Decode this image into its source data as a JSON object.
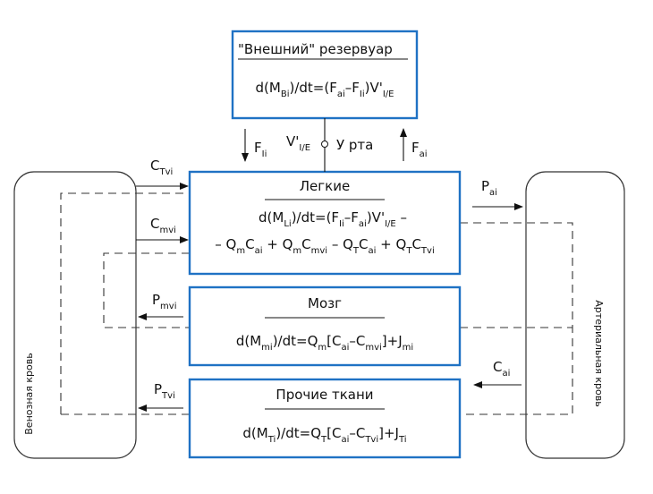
{
  "boxes": {
    "reservoir": {
      "title": "\"Внешний\" резервуар",
      "eq": [
        "d(M",
        "Bi",
        ")/dt=(F",
        "ai",
        "–F",
        "Ii",
        ")V'",
        "I/E",
        ""
      ]
    },
    "lungs": {
      "title": "Легкие",
      "eq1": [
        "d(M",
        "Li",
        ")/dt=(F",
        "Ii",
        "–F",
        "ai",
        ")V'",
        "I/E",
        " –"
      ],
      "eq2": [
        "– Q",
        "m",
        "C",
        "ai",
        " + Q",
        "m",
        "C",
        "mvi",
        " – Q",
        "T",
        "C",
        "ai",
        " + Q",
        "T",
        "C",
        "Tvi",
        ""
      ]
    },
    "brain": {
      "title": "Мозг",
      "eq": [
        "d(M",
        "mi",
        ")/dt=Q",
        "m",
        "[C",
        "ai",
        "–C",
        "mvi",
        "]+J",
        "mi",
        ""
      ]
    },
    "tissues": {
      "title": "Прочие ткани",
      "eq": [
        "d(M",
        "Ti",
        ")/dt=Q",
        "T",
        "[C",
        "ai",
        "–C",
        "Tvi",
        "]+J",
        "Ti",
        ""
      ]
    }
  },
  "side_labels": {
    "venous": "Венозная кровь",
    "arterial": "Артериальная кровь"
  },
  "flow_labels": {
    "F_in": [
      "F",
      "Ii"
    ],
    "V_IE": [
      "V'",
      "I/E"
    ],
    "mouth": "У рта",
    "F_out": [
      "F",
      "ai"
    ],
    "C_Tvi": [
      "C",
      "Tvi"
    ],
    "C_mvi": [
      "C",
      "mvi"
    ],
    "P_ai": [
      "P",
      "ai"
    ],
    "P_mvi": [
      "P",
      "mvi"
    ],
    "C_ai": [
      "C",
      "ai"
    ],
    "P_Tvi": [
      "P",
      "Tvi"
    ]
  },
  "colors": {
    "box_stroke": "#1f72c4",
    "line": "#333333",
    "text": "#111111"
  }
}
